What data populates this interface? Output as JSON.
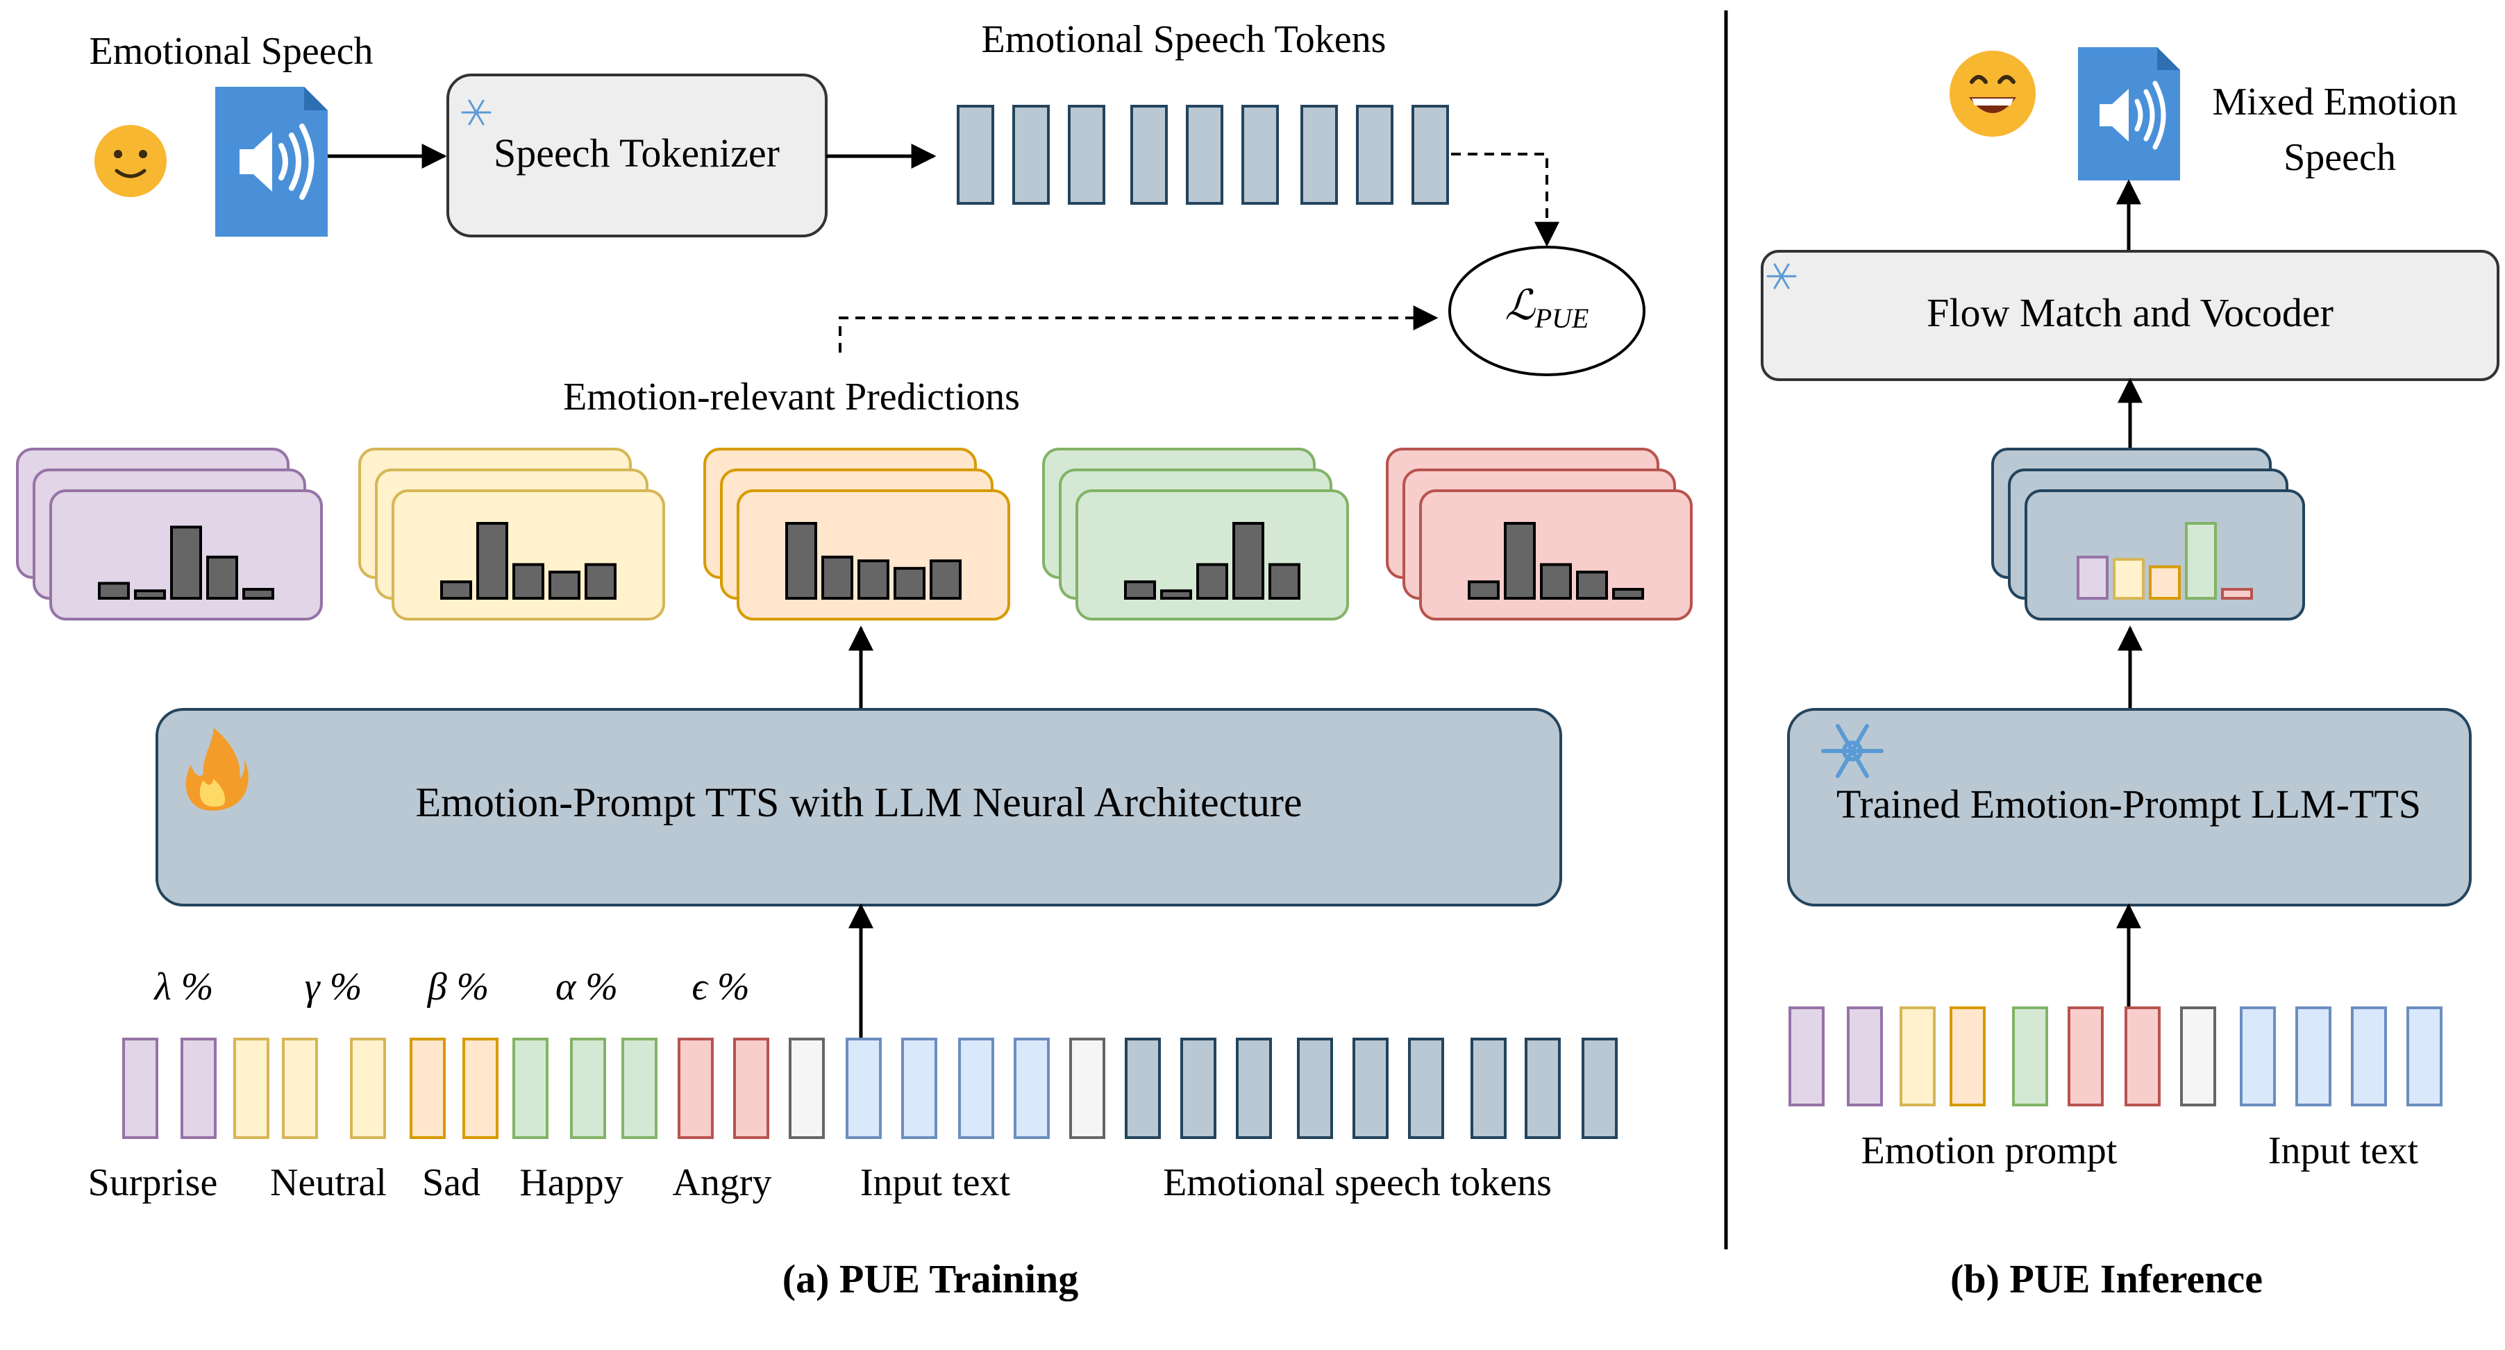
{
  "training": {
    "input_label": "Emotional Speech",
    "tokenizer_label": "Speech Tokenizer",
    "tokens_label": "Emotional Speech Tokens",
    "loss_main": "ℒ",
    "loss_sub": "PUE",
    "predictions_label": "Emotion-relevant Predictions",
    "tts_label": "Emotion-Prompt TTS with LLM Neural Architecture",
    "percent_labels": [
      "λ %",
      "γ %",
      "β %",
      "α %",
      "ϵ %"
    ],
    "seq_labels": [
      "Surprise",
      "Neutral",
      "Sad",
      "Happy",
      "Angry",
      "Input text",
      "Emotional speech tokens"
    ],
    "caption": "(a) PUE Training",
    "prediction_stacks": [
      {
        "emotion": "Surprise",
        "bars": [
          0.2,
          0.1,
          0.95,
          0.55,
          0.12
        ]
      },
      {
        "emotion": "Neutral",
        "bars": [
          0.22,
          1.0,
          0.45,
          0.35,
          0.45
        ]
      },
      {
        "emotion": "Sad",
        "bars": [
          1.0,
          0.55,
          0.5,
          0.4,
          0.5
        ]
      },
      {
        "emotion": "Happy",
        "bars": [
          0.22,
          0.1,
          0.45,
          1.0,
          0.45
        ]
      },
      {
        "emotion": "Angry",
        "bars": [
          0.22,
          1.0,
          0.45,
          0.35,
          0.12
        ]
      }
    ]
  },
  "inference": {
    "output_label_line1": "Mixed Emotion",
    "output_label_line2": "Speech",
    "vocoder_label": "Flow Match and Vocoder",
    "mixed_bars": [
      0.55,
      0.52,
      0.42,
      1.0,
      0.12
    ],
    "trained_label": "Trained Emotion-Prompt LLM-TTS",
    "seq_labels": [
      "Emotion prompt",
      "Input text"
    ],
    "caption": "(b) PUE Inference"
  },
  "colors": {
    "surprise_fill": "#e1d5e7",
    "surprise_stroke": "#9673a6",
    "neutral_fill": "#fff2cc",
    "neutral_stroke": "#d6b656",
    "sad_fill": "#ffe6cc",
    "sad_stroke": "#d79b00",
    "happy_fill": "#d5e8d4",
    "happy_stroke": "#82b366",
    "angry_fill": "#f8cecc",
    "angry_stroke": "#b85450",
    "text_fill": "#dae8fc",
    "text_stroke": "#6c8ebf",
    "token_fill": "#bac8d3",
    "token_stroke": "#23445d",
    "gray_fill": "#f5f5f5",
    "gray_stroke": "#666666",
    "audio_blue": "#4a90d9",
    "emoji_yellow": "#f7b731"
  }
}
